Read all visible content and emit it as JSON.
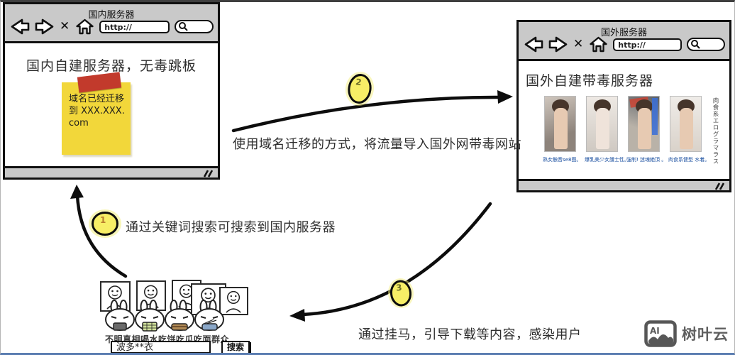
{
  "icons": {
    "close_glyph": "✕"
  },
  "windows": {
    "domestic": {
      "title": "国内服务器",
      "url_value": "http://",
      "heading": "国内自建服务器，无毒跳板",
      "sticky_note": "域名已经迁移到 XXX.XXX.com"
    },
    "foreign": {
      "title": "国外服务器",
      "url_value": "http://",
      "heading": "国外自建带毒服务器",
      "side_vertical_text": "肉食系エログラマラス",
      "thumbnails": [
        {
          "caption": "熟女触音se8图。"
        },
        {
          "caption": "爆乳美少女護士性。"
        },
        {
          "caption": "強制! 迷魂絶頂 。"
        },
        {
          "caption": "肉食系健型 水着。"
        }
      ]
    }
  },
  "flow": {
    "steps": [
      {
        "num": "1",
        "label": "通过关键词搜索可搜索到国内服务器"
      },
      {
        "num": "2",
        "label": "使用域名迁移的方式，将流量导入国外网带毒网站"
      },
      {
        "num": "3",
        "label": "通过挂马，引导下载等内容，感染用户"
      }
    ]
  },
  "crowd": {
    "caption": "不明真相喝水吃饼吃瓜吃面群众",
    "search_value": "波多**衣",
    "search_button": "搜索"
  },
  "watermark": {
    "icon_text": "AI",
    "label": "树叶云"
  },
  "colors": {
    "badge_fill": "#f7ee66",
    "badge_glow": "#f3ee7e",
    "badge1_num": "#b97e2e",
    "badge23_num": "#6e6e28",
    "sticky_yellow": "#f2d73a",
    "tape_red": "#c23a2c",
    "toolbar_gray": "#c9c9c9",
    "link_blue": "#1a4fa0",
    "bottom_border_blue": "#5b7db1"
  }
}
